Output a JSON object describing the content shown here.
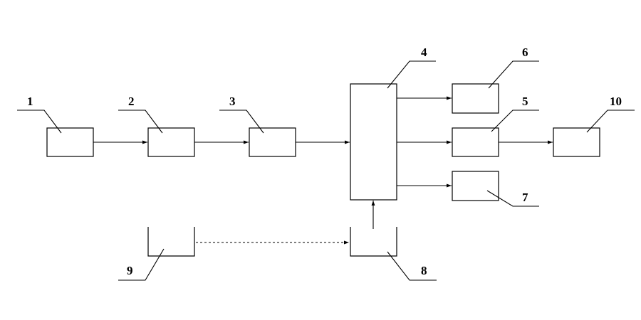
{
  "diagram": {
    "nodes": [
      {
        "id": "1",
        "label": "1"
      },
      {
        "id": "2",
        "label": "2"
      },
      {
        "id": "3",
        "label": "3"
      },
      {
        "id": "4",
        "label": "4"
      },
      {
        "id": "5",
        "label": "5"
      },
      {
        "id": "6",
        "label": "6"
      },
      {
        "id": "7",
        "label": "7"
      },
      {
        "id": "8",
        "label": "8"
      },
      {
        "id": "9",
        "label": "9"
      },
      {
        "id": "10",
        "label": "10"
      }
    ],
    "edges": [
      {
        "from": "1",
        "to": "2",
        "style": "solid"
      },
      {
        "from": "2",
        "to": "3",
        "style": "solid"
      },
      {
        "from": "3",
        "to": "4",
        "style": "solid"
      },
      {
        "from": "4",
        "to": "6",
        "style": "solid"
      },
      {
        "from": "4",
        "to": "5",
        "style": "solid"
      },
      {
        "from": "4",
        "to": "7",
        "style": "solid"
      },
      {
        "from": "5",
        "to": "10",
        "style": "solid"
      },
      {
        "from": "8",
        "to": "4",
        "style": "solid"
      },
      {
        "from": "9",
        "to": "8",
        "style": "dashed"
      }
    ]
  }
}
